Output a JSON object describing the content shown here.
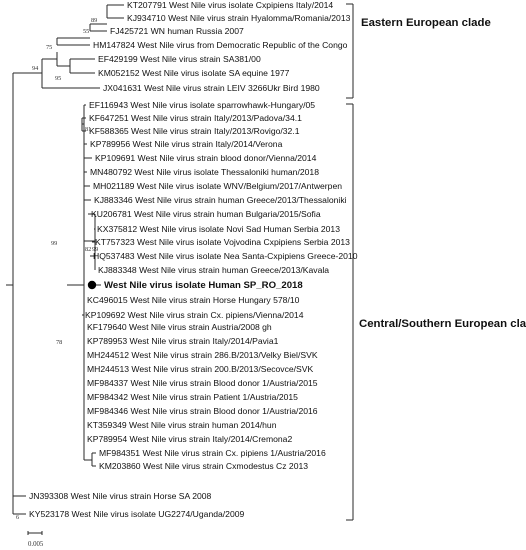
{
  "leaves": [
    "KT207791 West Nile virus isolate Cxpipiens Italy/2014",
    "KJ934710 West Nile virus strain Hyalomma/Romania/2013",
    "FJ425721 WN human Russia 2007",
    "HM147824 West Nile virus from Democratic Republic of the Congo",
    "EF429199 West Nile virus strain SA381/00",
    "KM052152 West Nile virus isolate SA equine 1977",
    "JX041631 West Nile virus strain LEIV 3266Ukr Bird 1980",
    "EF116943 West Nile virus isolate sparrowhawk-Hungary/05",
    "KF647251 West Nile virus strain Italy/2013/Padova/34.1",
    "KF588365 West Nile virus strain Italy/2013/Rovigo/32.1",
    "KP789956 West Nile virus strain Italy/2014/Verona",
    "KP109691 West Nile virus strain blood donor/Vienna/2014",
    "MN480792 West Nile virus isolate Thessaloniki human/2018",
    "MH021189 West Nile virus isolate WNV/Belgium/2017/Antwerpen",
    "KJ883346 West Nile virus strain human Greece/2013/Thessaloniki",
    "KU206781 West Nile virus strain human Bulgaria/2015/Sofia",
    "KX375812 West Nile virus isolate Novi Sad Human Serbia 2013",
    "KT757323 West Nile virus isolate Vojvodina Cxpipiens Serbia 2013",
    "HQ537483 West Nile virus isolate Nea Santa-Cxpipiens Greece-2010",
    "KJ883348 West Nile virus strain human Greece/2013/Kavala",
    "West Nile virus isolate Human SP_RO_2018",
    "KC496015 West Nile virus strain Horse Hungary 578/10",
    "KP109692 West Nile virus strain Cx. pipiens/Vienna/2014",
    "KF179640 West Nile virus strain Austria/2008 gh",
    "KP789953 West Nile virus strain Italy/2014/Pavia1",
    "MH244512 West Nile virus strain 286.B/2013/Velky Biel/SVK",
    "MH244513 West Nile virus strain 200.B/2013/Secovce/SVK",
    "MF984337 West Nile virus strain Blood donor 1/Austria/2015",
    "MF984342 West Nile virus strain Patient 1/Austria/2015",
    "MF984346 West Nile virus strain Blood donor 1/Austria/2016",
    "KT359349 West Nile virus strain human 2014/hun",
    "KP789954 West Nile virus strain Italy/2014/Cremona2",
    "MF984351 West Nile virus strain Cx. pipiens 1/Austria/2016",
    "KM203860 West Nile virus strain Cxmodestus Cz 2013",
    "JN393308 West Nile virus strain Horse SA 2008",
    "KY523178 West Nile virus isolate UG2274/Uganda/2009"
  ],
  "bootstrap": [
    "89",
    "55",
    "75",
    "95",
    "94",
    "99",
    "81",
    "82",
    "99",
    "78",
    "6"
  ],
  "clades": {
    "eastern": "Eastern European clade",
    "central": "Central/Southern European clade"
  },
  "scale_bar": {
    "label": "0.005"
  }
}
